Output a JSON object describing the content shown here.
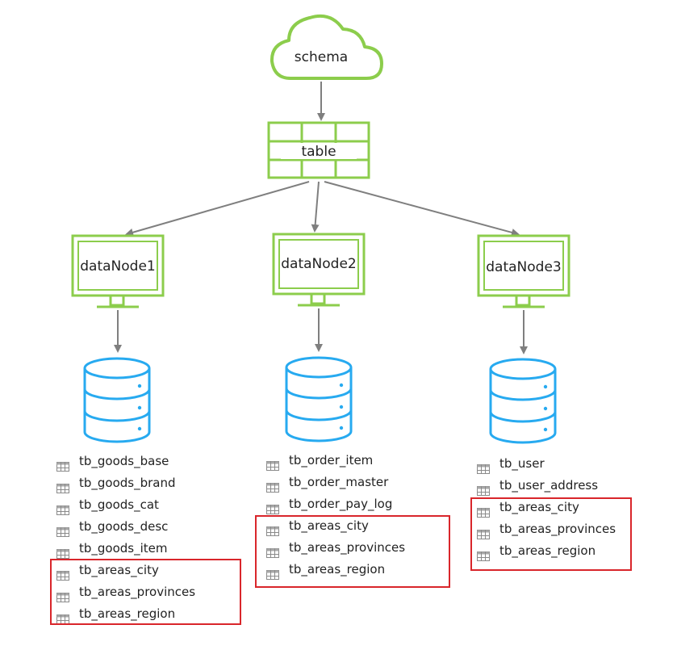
{
  "schema": {
    "label": "schema"
  },
  "table": {
    "label": "table"
  },
  "nodes": [
    {
      "label": "dataNode1",
      "tables": [
        "tb_goods_base",
        "tb_goods_brand",
        "tb_goods_cat",
        "tb_goods_desc",
        "tb_goods_item",
        "tb_areas_city",
        "tb_areas_provinces",
        "tb_areas_region"
      ],
      "highlight_from": 5
    },
    {
      "label": "dataNode2",
      "tables": [
        "tb_order_item",
        "tb_order_master",
        "tb_order_pay_log",
        "tb_areas_city",
        "tb_areas_provinces",
        "tb_areas_region"
      ],
      "highlight_from": 3
    },
    {
      "label": "dataNode3",
      "tables": [
        "tb_user",
        "tb_user_address",
        "tb_areas_city",
        "tb_areas_provinces",
        "tb_areas_region"
      ],
      "highlight_from": 2
    }
  ],
  "colors": {
    "green": "#8ccd4c",
    "blue": "#27aaf0",
    "arrow": "#7f7f7f",
    "highlight": "#d9262b"
  },
  "icons": {
    "schema": "cloud-icon",
    "table": "grid-table-icon",
    "node": "monitor-icon",
    "db": "database-icon",
    "list_item": "table-icon"
  }
}
